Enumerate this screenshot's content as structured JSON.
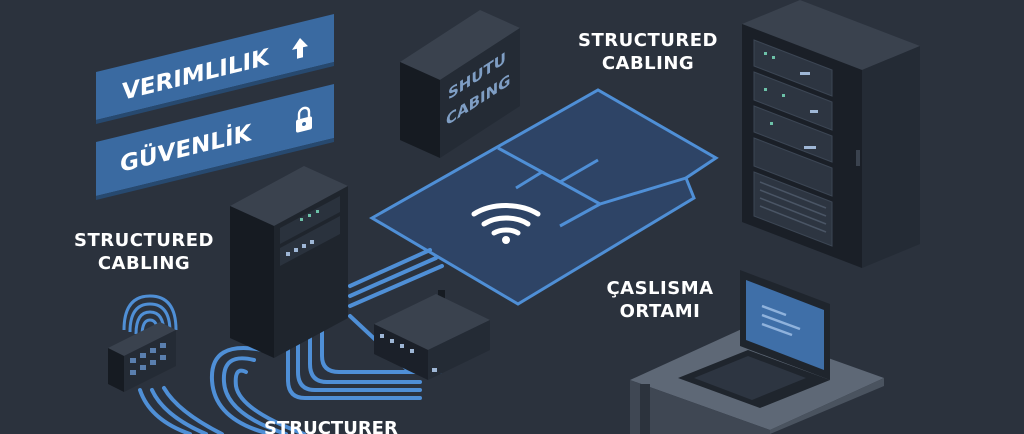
{
  "banners": {
    "efficiency": {
      "text": "VERIMLILIK",
      "icon": "arrow-up-icon"
    },
    "security": {
      "text": "GÜVENLİK",
      "icon": "lock-icon"
    }
  },
  "cabinet_sign": {
    "line1": "SHUTU",
    "line2": "CABING"
  },
  "labels": {
    "top_right": {
      "line1": "STRUCTURED",
      "line2": "CABLING"
    },
    "left": {
      "line1": "STRUCTURED",
      "line2": "CABLING"
    },
    "workspace": {
      "line1": "ÇASLISMA",
      "line2": "ORTAMI"
    },
    "bottom": "STRUCTURER"
  },
  "colors": {
    "background": "#2b323d",
    "banner": "#3a6aa1",
    "cable": "#4f8fd6",
    "rack": "#1f252d",
    "floor_plan": "#2e4466"
  }
}
